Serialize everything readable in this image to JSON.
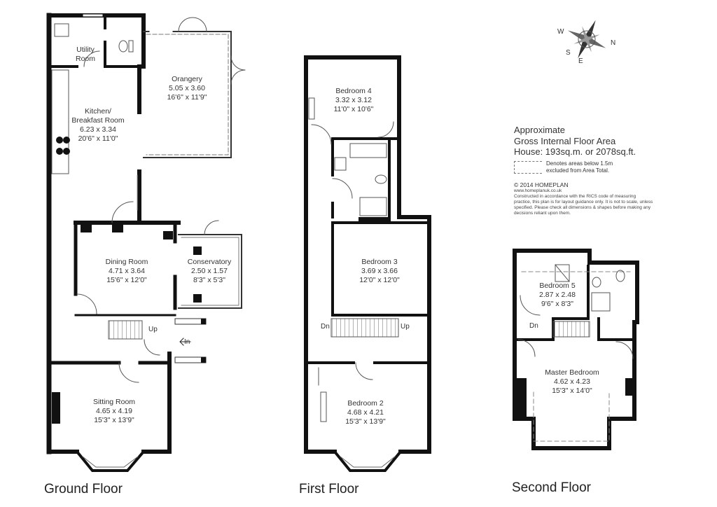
{
  "floors": {
    "ground": {
      "title": "Ground Floor",
      "rooms": {
        "utility": {
          "name": "Utility\nRoom"
        },
        "kitchen": {
          "name": "Kitchen/\nBreakfast Room",
          "metric": "6.23 x 3.34",
          "imperial": "20'6\" x 11'0\""
        },
        "orangery": {
          "name": "Orangery",
          "metric": "5.05 x 3.60",
          "imperial": "16'6\" x 11'9\""
        },
        "dining": {
          "name": "Dining Room",
          "metric": "4.71 x 3.64",
          "imperial": "15'6\" x 12'0\""
        },
        "conservatory": {
          "name": "Conservatory",
          "metric": "2.50 x 1.57",
          "imperial": "8'3\" x 5'3\""
        },
        "sitting": {
          "name": "Sitting Room",
          "metric": "4.65 x 4.19",
          "imperial": "15'3\" x 13'9\""
        }
      },
      "markers": {
        "up": "Up",
        "in": "In"
      }
    },
    "first": {
      "title": "First Floor",
      "rooms": {
        "bedroom4": {
          "name": "Bedroom 4",
          "metric": "3.32 x 3.12",
          "imperial": "11'0\" x 10'6\""
        },
        "bedroom3": {
          "name": "Bedroom 3",
          "metric": "3.69 x 3.66",
          "imperial": "12'0\" x 12'0\""
        },
        "bedroom2": {
          "name": "Bedroom 2",
          "metric": "4.68 x 4.21",
          "imperial": "15'3\" x 13'9\""
        }
      },
      "markers": {
        "dn": "Dn",
        "up": "Up"
      }
    },
    "second": {
      "title": "Second Floor",
      "rooms": {
        "bedroom5": {
          "name": "Bedroom 5",
          "metric": "2.87 x 2.48",
          "imperial": "9'6\" x 8'3\""
        },
        "master": {
          "name": "Master Bedroom",
          "metric": "4.62 x 4.23",
          "imperial": "15'3\" x 14'0\""
        }
      },
      "markers": {
        "dn": "Dn"
      }
    }
  },
  "area": {
    "line1": "Approximate",
    "line2": "Gross Internal Floor Area",
    "line3": "House: 193sq.m. or 2078sq.ft.",
    "legend": "Denotes areas below 1.5m\nexcluded from Area Total."
  },
  "credits": {
    "copyright": "© 2014 HOMEPLAN",
    "website": "www.homeplanuk.co.uk",
    "disclaimer": "Constructed in accordance with the RICS code of measuring practice, this plan is for layout guidance only. It is not to scale, unless specified.  Please check all dimensions & shapes before making any decisions reliant upon them."
  },
  "compass": {
    "n": "N",
    "s": "S",
    "e": "E",
    "w": "W"
  },
  "colors": {
    "wall": "#111111",
    "line": "#444444"
  }
}
